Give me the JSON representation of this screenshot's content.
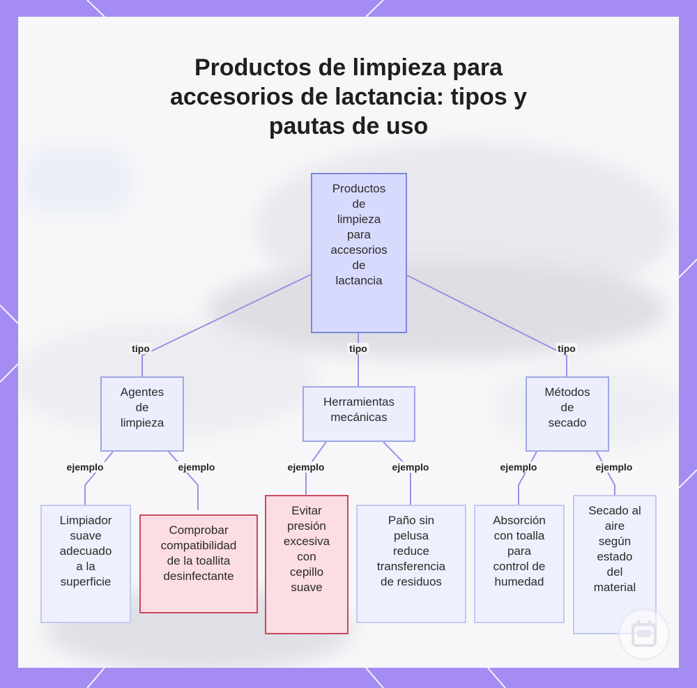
{
  "diagram": {
    "title_lines": [
      "Productos de limpieza para",
      "accesorios de lactancia: tipos y",
      "pautas de uso"
    ],
    "root": {
      "lines": [
        "Productos",
        "de",
        "limpieza",
        "para",
        "accesorios",
        "de",
        "lactancia"
      ]
    },
    "categories": [
      {
        "lines": [
          "Agentes",
          "de",
          "limpieza"
        ],
        "edge_label": "tipo"
      },
      {
        "lines": [
          "Herramientas",
          "mecánicas"
        ],
        "edge_label": "tipo"
      },
      {
        "lines": [
          "Métodos",
          "de",
          "secado"
        ],
        "edge_label": "tipo"
      }
    ],
    "examples": [
      {
        "lines": [
          "Limpiador",
          "suave",
          "adecuado",
          "a la",
          "superficie"
        ],
        "edge_label": "ejemplo",
        "style": "normal"
      },
      {
        "lines": [
          "Comprobar",
          "compatibilidad",
          "de la toallita",
          "desinfectante"
        ],
        "edge_label": "ejemplo",
        "style": "warning"
      },
      {
        "lines": [
          "Evitar",
          "presión",
          "excesiva",
          "con",
          "cepillo",
          "suave"
        ],
        "edge_label": "ejemplo",
        "style": "warning"
      },
      {
        "lines": [
          "Paño sin",
          "pelusa",
          "reduce",
          "transferencia",
          "de residuos"
        ],
        "edge_label": "ejemplo",
        "style": "normal"
      },
      {
        "lines": [
          "Absorción",
          "con toalla",
          "para",
          "control de",
          "humedad"
        ],
        "edge_label": "ejemplo",
        "style": "normal"
      },
      {
        "lines": [
          "Secado al",
          "aire",
          "según",
          "estado",
          "del",
          "material"
        ],
        "edge_label": "ejemplo",
        "style": "normal"
      }
    ],
    "colors": {
      "edge": "#a58ae6",
      "frame": "#a48cf2",
      "warning_border": "#c84a5e"
    }
  }
}
